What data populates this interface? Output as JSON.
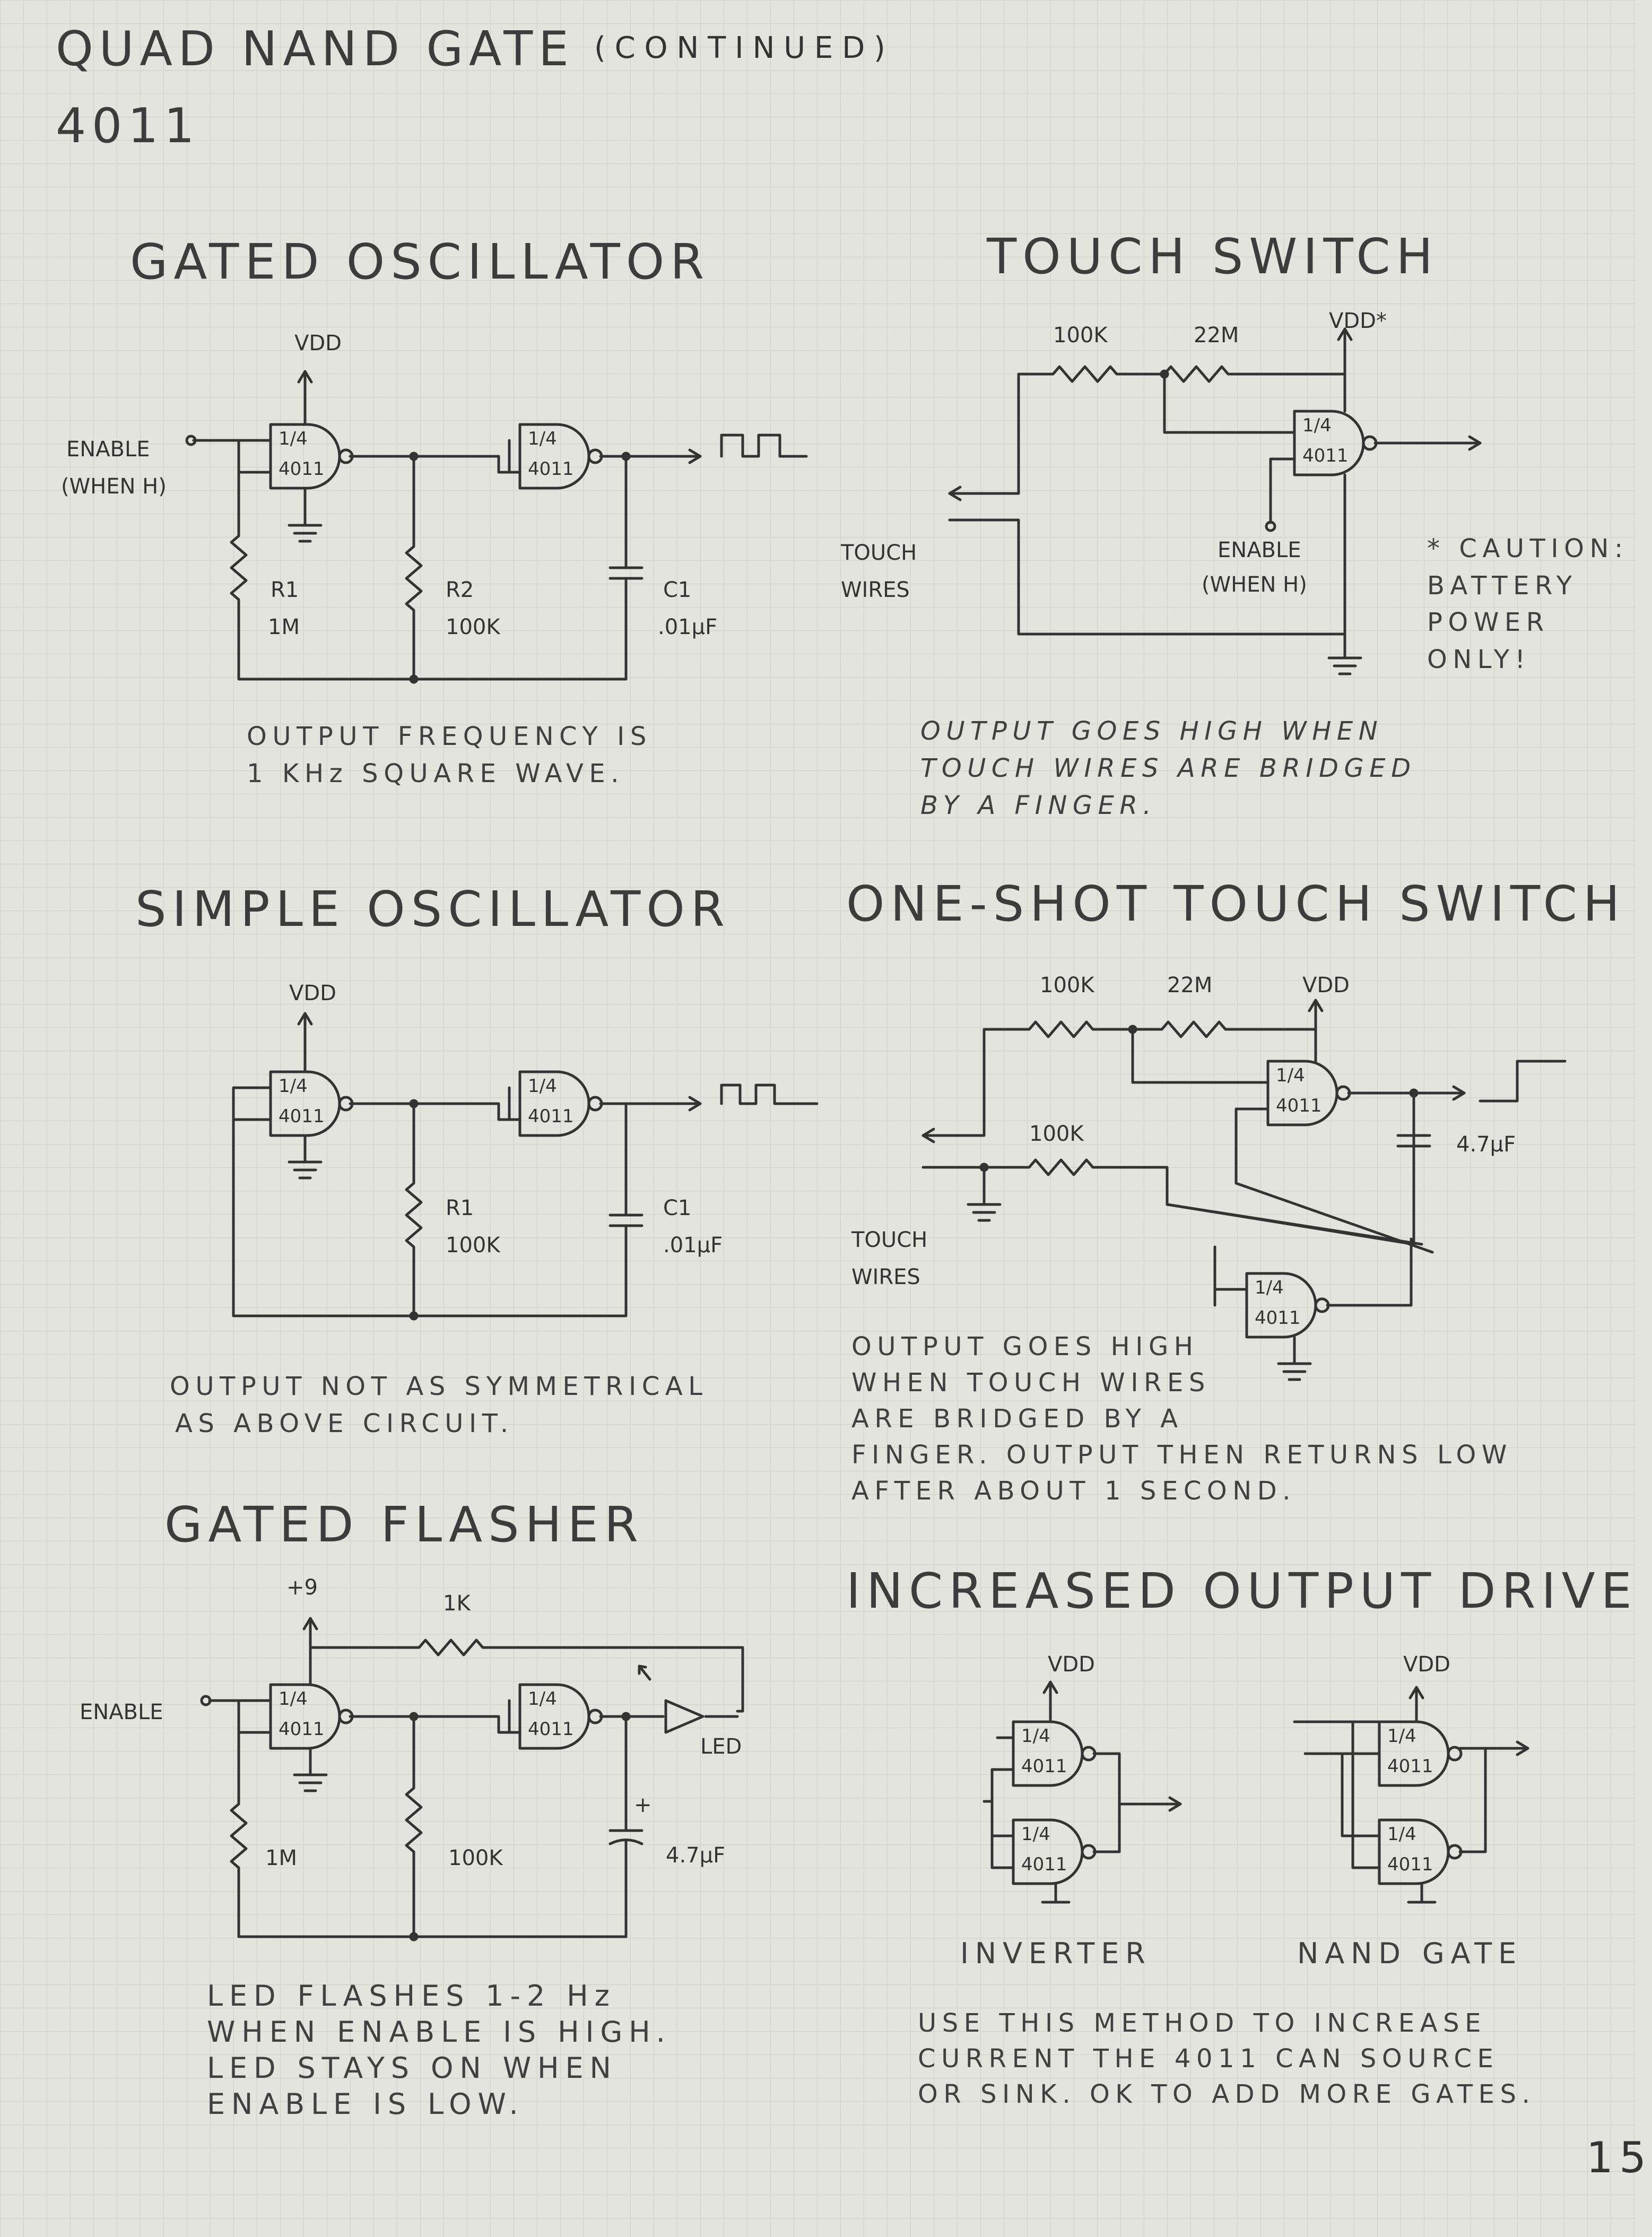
{
  "header": {
    "title": "QUAD NAND GATE",
    "title_suffix": "(CONTINUED)",
    "part": "4011"
  },
  "page_number": "15",
  "sections": {
    "gated_oscillator": {
      "title": "GATED OSCILLATOR",
      "enable": "ENABLE",
      "enable_note": "(WHEN H)",
      "vdd": "VDD",
      "r1": "R1",
      "r1_val": "1M",
      "r2": "R2",
      "r2_val": "100K",
      "c1": "C1",
      "c1_val": ".01µF",
      "caption": [
        "OUTPUT FREQUENCY IS",
        "1 KHz SQUARE WAVE."
      ]
    },
    "touch_switch": {
      "title": "TOUCH SWITCH",
      "r_a": "100K",
      "r_b": "22M",
      "vdd": "VDD*",
      "touch": "TOUCH",
      "wires": "WIRES",
      "enable": "ENABLE",
      "enable_note": "(WHEN H)",
      "caution": [
        "* CAUTION:",
        "BATTERY",
        "POWER",
        "ONLY!"
      ],
      "caption": [
        "OUTPUT GOES HIGH WHEN",
        "TOUCH WIRES ARE BRIDGED",
        "BY A FINGER."
      ]
    },
    "simple_oscillator": {
      "title": "SIMPLE OSCILLATOR",
      "vdd": "VDD",
      "r1": "R1",
      "r1_val": "100K",
      "c1": "C1",
      "c1_val": ".01µF",
      "caption": [
        "OUTPUT NOT AS SYMMETRICAL",
        "AS ABOVE CIRCUIT."
      ]
    },
    "one_shot": {
      "title": "ONE-SHOT TOUCH SWITCH",
      "r_a": "100K",
      "r_b": "22M",
      "r_c": "100K",
      "vdd": "VDD",
      "cap": "4.7µF",
      "touch": "TOUCH",
      "wires": "WIRES",
      "caption": [
        "OUTPUT GOES HIGH",
        "WHEN TOUCH WIRES",
        "ARE BRIDGED BY A",
        "FINGER. OUTPUT THEN RETURNS LOW",
        "AFTER ABOUT 1 SECOND."
      ]
    },
    "gated_flasher": {
      "title": "GATED FLASHER",
      "supply": "+9",
      "r_top": "1K",
      "enable": "ENABLE",
      "led": "LED",
      "r_a": "1M",
      "r_b": "100K",
      "cap": "4.7µF",
      "plus": "+",
      "caption": [
        "LED FLASHES 1-2 Hz",
        "WHEN ENABLE IS HIGH.",
        "LED STAYS ON WHEN",
        "ENABLE IS LOW."
      ]
    },
    "increased_drive": {
      "title": "INCREASED OUTPUT DRIVE",
      "vdd": "VDD",
      "inverter": "INVERTER",
      "nand": "NAND GATE",
      "caption": [
        "USE THIS METHOD TO INCREASE",
        "CURRENT THE 4011 CAN SOURCE",
        "OR SINK. OK TO ADD MORE GATES."
      ]
    }
  },
  "gate": {
    "fraction": "1/4",
    "chip": "4011"
  }
}
